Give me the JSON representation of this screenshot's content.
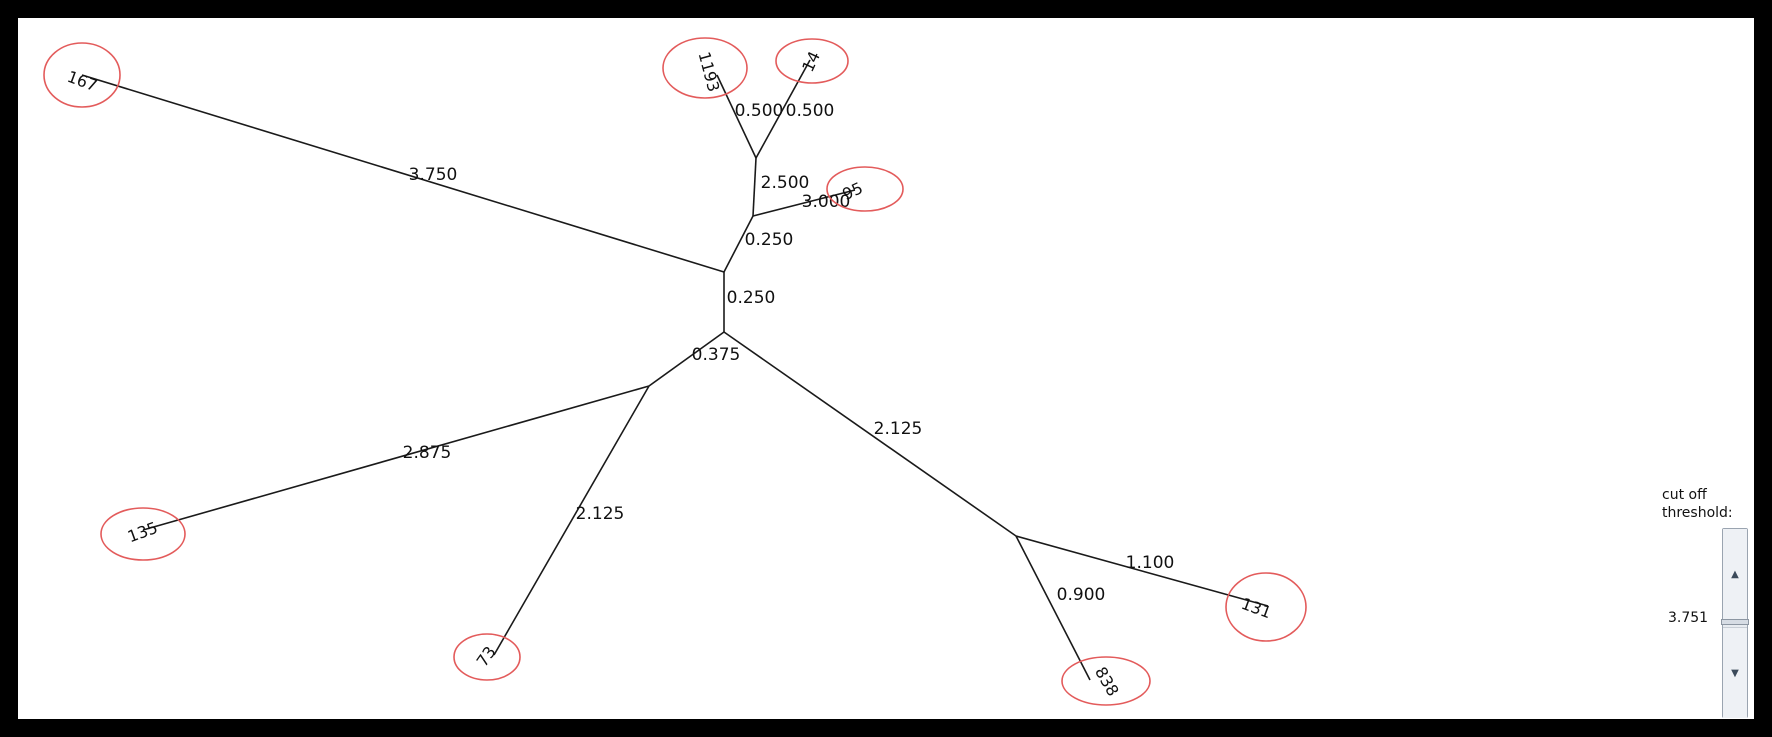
{
  "tree": {
    "leaves": [
      {
        "id": "167",
        "label": "167"
      },
      {
        "id": "1193",
        "label": "1193"
      },
      {
        "id": "14",
        "label": "14"
      },
      {
        "id": "95",
        "label": "95"
      },
      {
        "id": "135",
        "label": "135"
      },
      {
        "id": "73",
        "label": "73"
      },
      {
        "id": "838",
        "label": "838"
      },
      {
        "id": "131",
        "label": "131"
      }
    ],
    "branches": [
      {
        "from": "A",
        "to": "167",
        "length": "3.750"
      },
      {
        "from": "A",
        "to": "B",
        "length": "0.250"
      },
      {
        "from": "B",
        "to": "C",
        "length": "2.500"
      },
      {
        "from": "C",
        "to": "1193",
        "length": "0.500"
      },
      {
        "from": "C",
        "to": "14",
        "length": "0.500"
      },
      {
        "from": "B",
        "to": "95",
        "length": "3.000"
      },
      {
        "from": "A",
        "to": "D",
        "length": "0.250"
      },
      {
        "from": "D",
        "to": "E",
        "length": "0.375"
      },
      {
        "from": "E",
        "to": "135",
        "length": "2.875"
      },
      {
        "from": "E",
        "to": "73",
        "length": "2.125"
      },
      {
        "from": "D",
        "to": "F",
        "length": "2.125"
      },
      {
        "from": "F",
        "to": "131",
        "length": "1.100"
      },
      {
        "from": "F",
        "to": "838",
        "length": "0.900"
      }
    ]
  },
  "controls": {
    "threshold_label": "cut off\nthreshold:",
    "threshold_value": "3.751"
  },
  "colors": {
    "node_circle": "#e35b5b",
    "edge": "#1a1a1a",
    "frame": "#000000"
  }
}
